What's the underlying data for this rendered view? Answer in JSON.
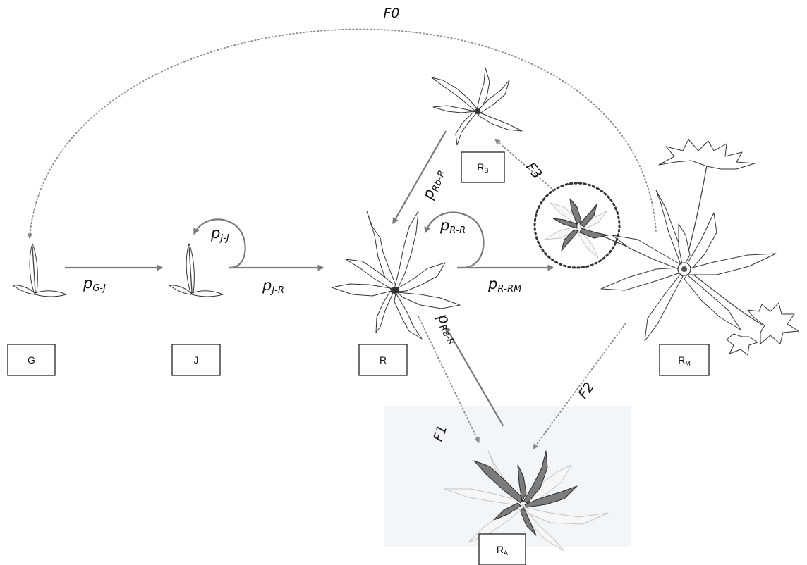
{
  "stages": {
    "G": {
      "main": "G",
      "sub": ""
    },
    "J": {
      "main": "J",
      "sub": ""
    },
    "R": {
      "main": "R",
      "sub": ""
    },
    "RB": {
      "main": "R",
      "sub": "B"
    },
    "RM": {
      "main": "R",
      "sub": "M"
    },
    "RA": {
      "main": "R",
      "sub": "A"
    }
  },
  "transitions": {
    "p_G_J": {
      "main": "p",
      "sub": "G-J"
    },
    "p_J_J": {
      "main": "p",
      "sub": "J-J"
    },
    "p_J_R": {
      "main": "p",
      "sub": "J-R"
    },
    "p_R_R": {
      "main": "p",
      "sub": "R-R"
    },
    "p_R_RM": {
      "main": "p",
      "sub": "R-RM"
    },
    "p_Rb_R": {
      "main": "p",
      "sub": "Rb-R"
    },
    "p_Ra_R": {
      "main": "p",
      "sub": "Ra-R"
    }
  },
  "fecundity": {
    "F0": "F0",
    "F1": "F1",
    "F2": "F2",
    "F3": "F3"
  },
  "colors": {
    "solid_arrow": "#7a7a7a",
    "dotted_arrow": "#8a8a8a",
    "shaded_region": "#f2f6f8",
    "dark_leaf": "#7c7c7c"
  }
}
